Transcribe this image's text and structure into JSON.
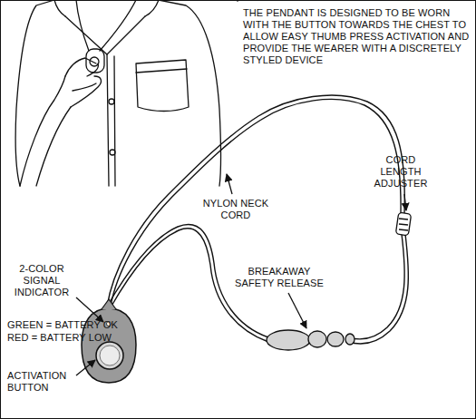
{
  "diagram": {
    "labels": [
      "THE PENDANT IS DESIGNED TO BE WORN WITH THE BUTTON TOWARDS THE CHEST TO ALLOW EASY THUMB PRESS ACTIVATION AND PROVIDE THE WEARER WITH A DISCRETELY STYLED DEVICE",
      "NYLON NECK CORD",
      "CORD LENGTH ADJUSTER",
      "2-COLOR SIGNAL INDICATOR",
      "GREEN = BATTERY OK",
      "RED = BATTERY LOW",
      "BREAKAWAY SAFETY RELEASE",
      "ACTIVATION BUTTON"
    ]
  }
}
